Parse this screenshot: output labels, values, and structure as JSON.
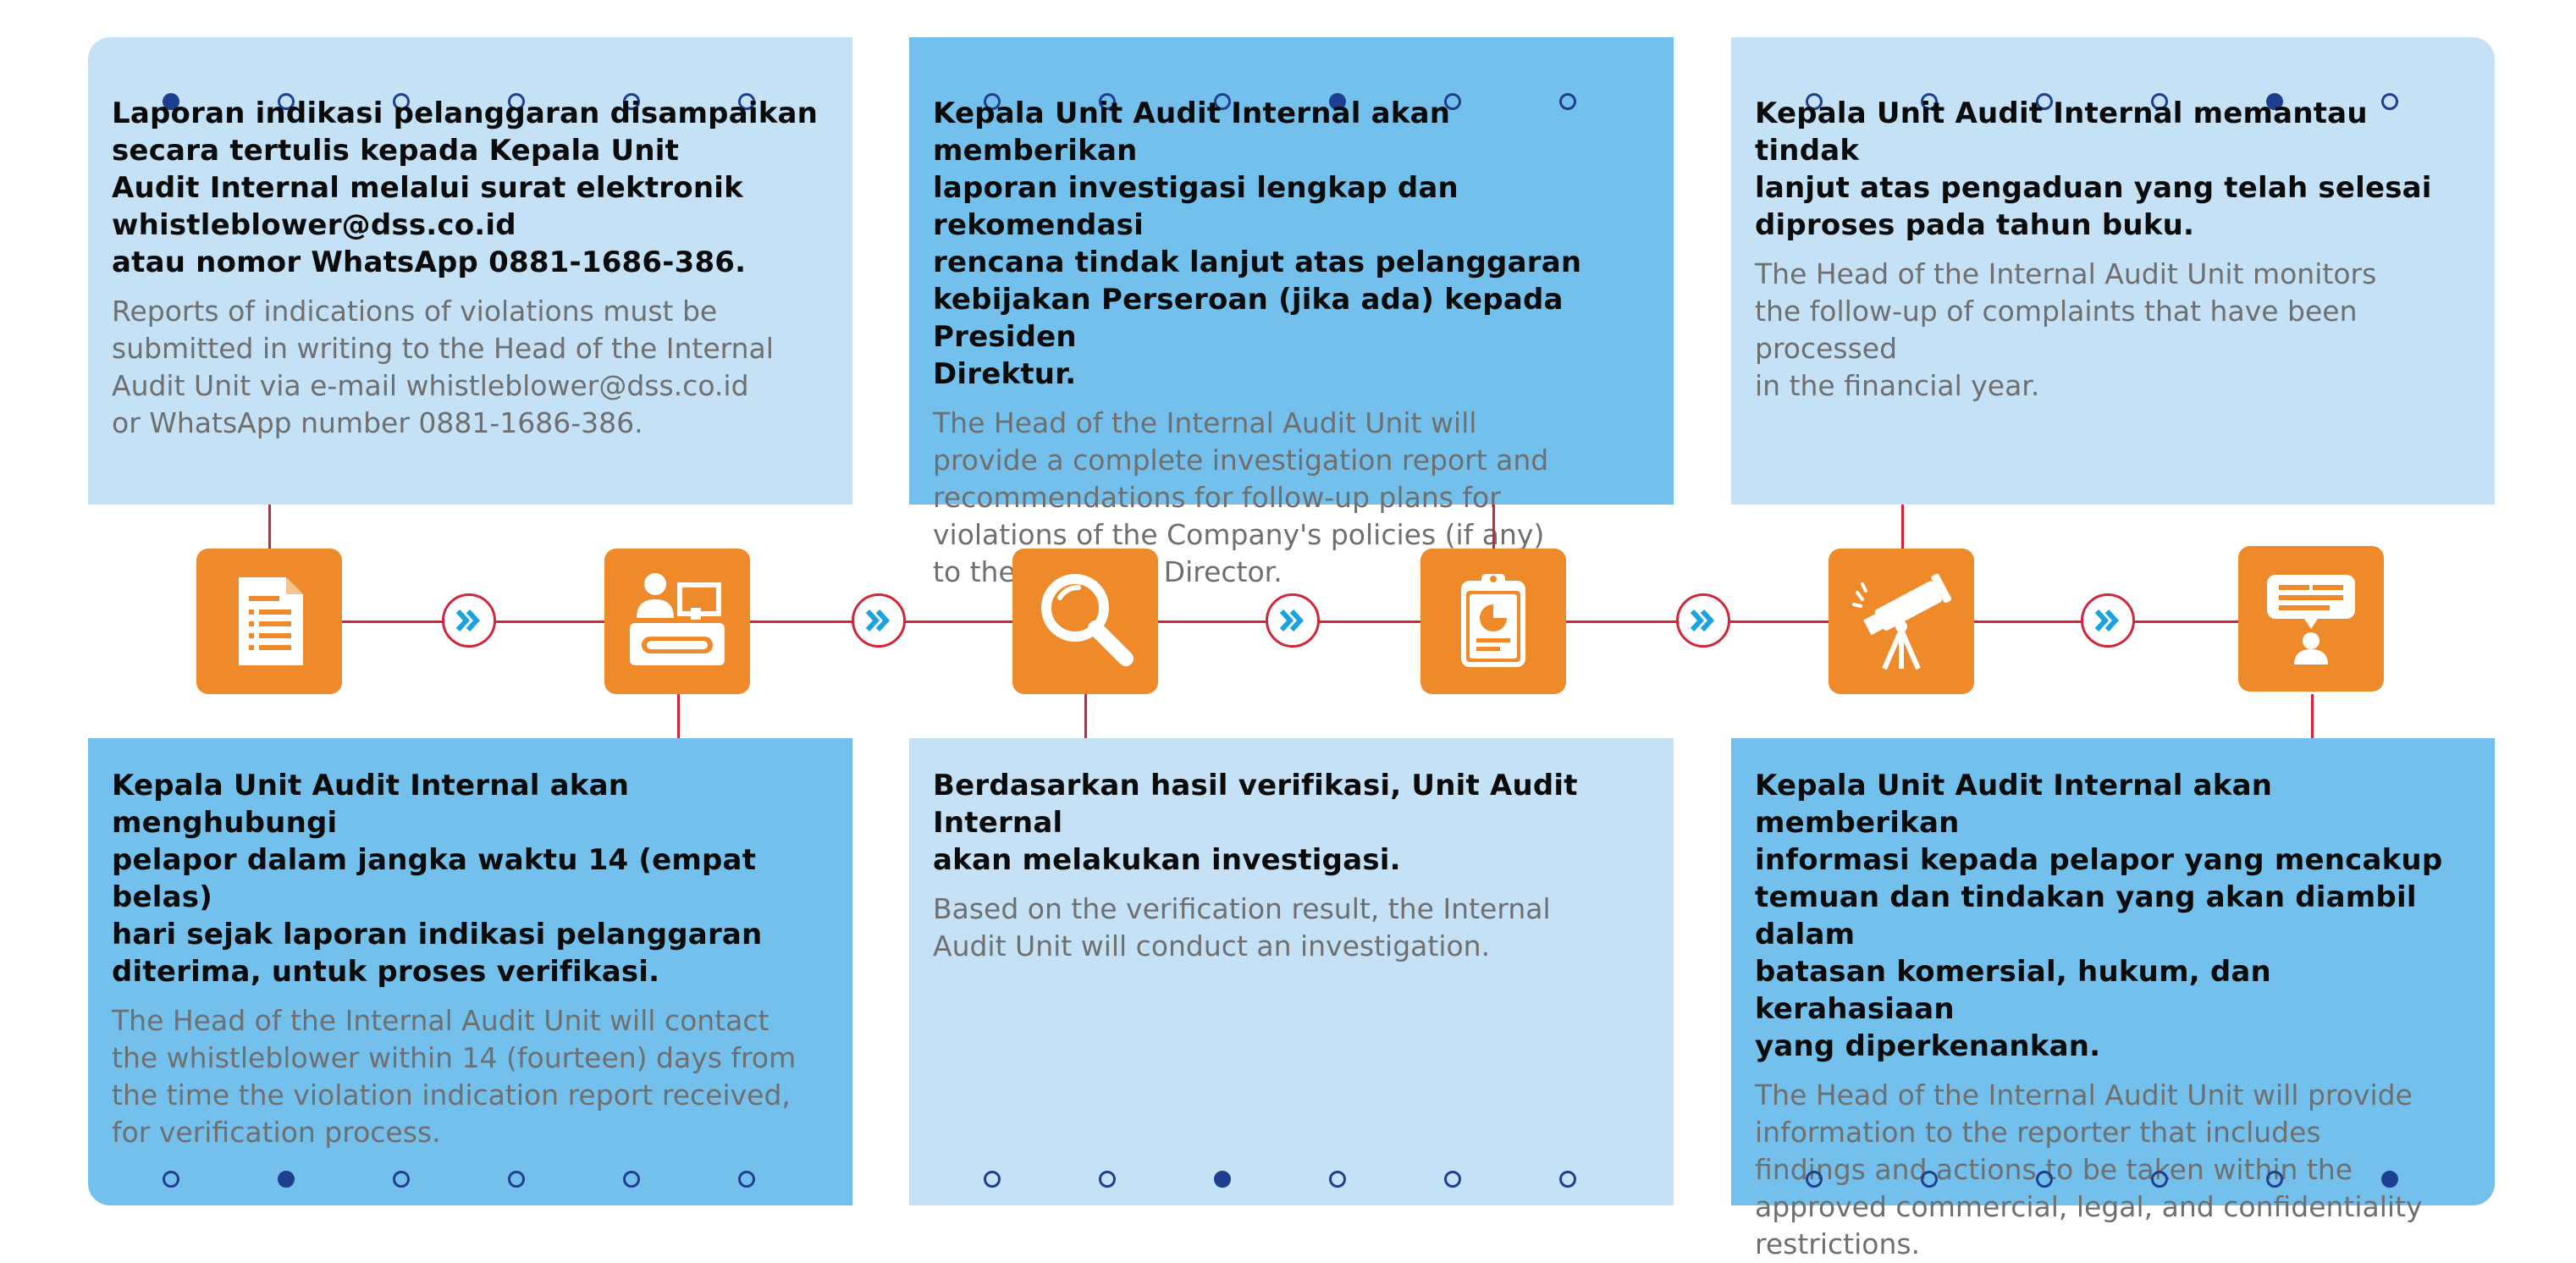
{
  "steps": [
    {
      "id_text": "Laporan indikasi pelanggaran disampaikan\nsecara tertulis kepada Kepala Unit\nAudit Internal melalui surat elektronik\nwhistleblower@dss.co.id\natau nomor WhatsApp 0881-1686-386.",
      "en_text": "Reports of indications of violations must be\nsubmitted in writing to the Head of the Internal\nAudit Unit via e-mail whistleblower@dss.co.id\nor WhatsApp number 0881-1686-386.",
      "active_dot": 1,
      "icon": "document-list-icon"
    },
    {
      "id_text": "Kepala Unit Audit Internal akan menghubungi\npelapor dalam jangka waktu 14 (empat belas)\nhari sejak laporan indikasi pelanggaran\nditerima, untuk proses verifikasi.",
      "en_text": "The Head of the Internal Audit Unit will contact\nthe whistleblower within 14 (fourteen) days from\nthe time the violation indication report received,\nfor verification process.",
      "active_dot": 2,
      "icon": "reception-desk-icon"
    },
    {
      "id_text": "Kepala Unit Audit Internal akan memberikan\nlaporan investigasi lengkap dan rekomendasi\nrencana tindak lanjut atas pelanggaran\nkebijakan Perseroan (jika ada) kepada Presiden\nDirektur.",
      "en_text": "The Head of the Internal Audit Unit will\nprovide a complete investigation report and\nrecommendations for follow-up plans for\nviolations of the Company's policies (if any)\nto the President Director.",
      "active_dot": 4,
      "icon": "magnifier-icon"
    },
    {
      "id_text": "Berdasarkan hasil verifikasi, Unit Audit Internal\nakan melakukan investigasi.",
      "en_text": "Based on the verification result, the Internal\nAudit Unit will conduct an investigation.",
      "active_dot": 3,
      "icon": "clipboard-chart-icon"
    },
    {
      "id_text": "Kepala Unit Audit Internal memantau tindak\nlanjut atas pengaduan yang telah selesai\ndiproses pada tahun buku.",
      "en_text": "The Head of the Internal Audit Unit monitors\nthe follow-up of complaints that have been\nprocessed\nin the financial year.",
      "active_dot": 5,
      "icon": "telescope-icon"
    },
    {
      "id_text": "Kepala Unit Audit Internal akan memberikan\ninformasi kepada pelapor yang mencakup\ntemuan dan tindakan yang akan diambil dalam\nbatasan komersial, hukum, dan kerahasiaan\nyang diperkenankan.",
      "en_text": "The Head of the Internal Audit Unit will provide\ninformation to the reporter that includes\nfindings and actions to be taken within the\napproved commercial, legal, and confidentiality\nrestrictions.",
      "active_dot": 6,
      "icon": "speaker-message-icon"
    }
  ],
  "colors": {
    "panel_light": "#c4e1f6",
    "panel_mid": "#74c0ec",
    "icon_orange": "#ee8a2a",
    "line_red": "#d0263a",
    "dot_navy": "#1e3f8f",
    "arrow_cyan": "#1aa3e0"
  }
}
